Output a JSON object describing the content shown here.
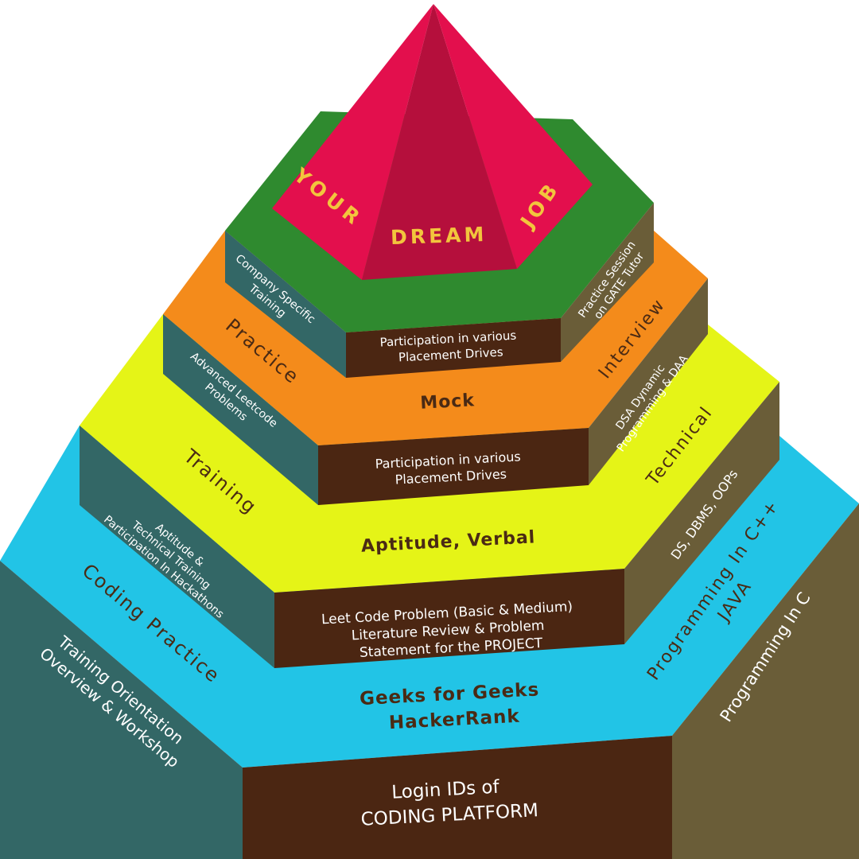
{
  "colors": {
    "cyan": "#22c4e6",
    "teal": "#336766",
    "brown": "#4b2612",
    "olive": "#6a5d38",
    "yellow": "#e5f417",
    "orange": "#f48b1b",
    "green": "#2f8a2f",
    "pink": "#e30f4d",
    "pink_dark": "#b50f3c",
    "gold": "#f2c53d",
    "white": "#ffffff",
    "dark_text": "#4a2a14"
  },
  "apex": {
    "word_your": "YOUR",
    "word_dream": "DREAM",
    "word_job": "JOB"
  },
  "tiers": [
    {
      "name": "level-1",
      "top_label_line1": "Geeks for Geeks",
      "top_label_line2": "HackerRank",
      "left_top_label": "Coding Practice",
      "left_side_line1": "Training Orientation",
      "left_side_line2": "Overview & Workshop",
      "front_line1": "Login IDs of",
      "front_line2": "CODING PLATFORM",
      "right_top_line1": "Programming In C++",
      "right_top_line2": "JAVA",
      "right_side": "Programming In C"
    },
    {
      "name": "level-2",
      "top_label": "Aptitude, Verbal",
      "left_top_label": "Training",
      "left_side_line1": "Aptitude &",
      "left_side_line2": "Technical Training",
      "left_side_line3": "Participation In Hackathons",
      "front_line1": "Leet Code Problem (Basic & Medium)",
      "front_line2": "Literature Review & Problem",
      "front_line3": "Statement for the PROJECT",
      "right_top_label": "Technical",
      "right_side": "DS, DBMS, OOPs"
    },
    {
      "name": "level-3",
      "top_label": "Mock",
      "left_top_label": "Practice",
      "left_side_line1": "Advanced Leetcode",
      "left_side_line2": "Problems",
      "front_line1": "Participation in various",
      "front_line2": "Placement Drives",
      "right_top_label": "Interview",
      "right_side_line1": "DSA Dynamic",
      "right_side_line2": "Programming & DAA"
    },
    {
      "name": "level-4",
      "left_side_line1": "Company Specific",
      "left_side_line2": "Training",
      "front_line1": "Participation in various",
      "front_line2": "Placement Drives",
      "right_side_line1": "Practice Session",
      "right_side_line2": "on GATE Tutor"
    }
  ]
}
